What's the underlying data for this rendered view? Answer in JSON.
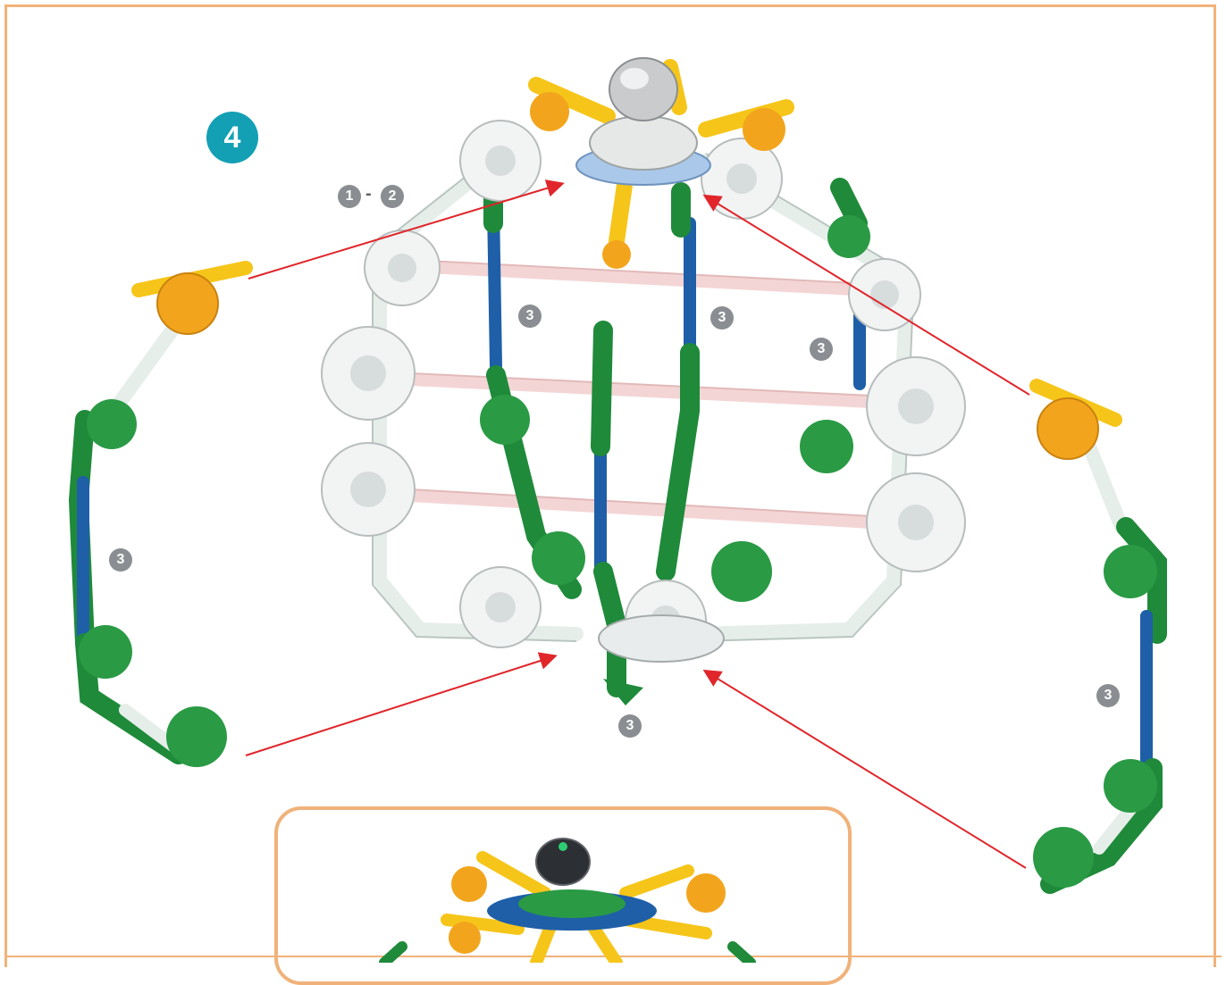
{
  "step": {
    "number": "4"
  },
  "callouts": {
    "range_start": "1",
    "range_sep": "-",
    "range_end": "2",
    "blue_rod_label": "3"
  },
  "colors": {
    "frame": "#f2b27a",
    "step_badge": "#14a0b4",
    "callout_badge": "#8a8d91",
    "arrow": "#e0262b",
    "yellow_connector": "#f6c51a",
    "orange_connector": "#f2a51c",
    "green_connector": "#1f8a3a",
    "blue_rod": "#1e5fa8",
    "white_connector": "#e9ecec",
    "pink_rod": "#f4d5d5",
    "inset_bg": "#fde5d2"
  },
  "icons": [
    "yellow-connector-icon",
    "green-connector-icon",
    "white-connector-icon",
    "blue-rod-icon",
    "gray-cap-icon",
    "black-cap-icon"
  ]
}
